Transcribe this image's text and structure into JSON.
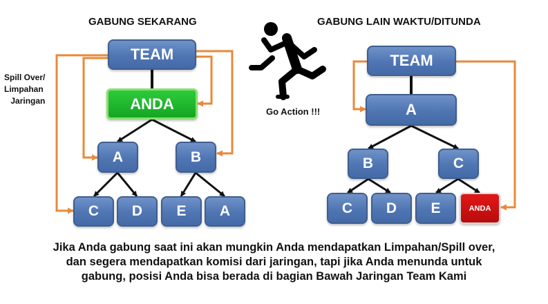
{
  "left_title": "GABUNG SEKARANG",
  "right_title": "GABUNG LAIN WAKTU/DITUNDA",
  "spill_label": [
    "Spill Over/",
    "Limpahan",
    "Jaringan"
  ],
  "go_action": "Go Action !!!",
  "left_tree": {
    "team": "TEAM",
    "anda": "ANDA",
    "level2": [
      "A",
      "B"
    ],
    "level3": [
      "C",
      "D",
      "E",
      "A"
    ]
  },
  "right_tree": {
    "team": "TEAM",
    "level1": "A",
    "level2": [
      "B",
      "C"
    ],
    "level3": [
      "C",
      "D",
      "E",
      "ANDA"
    ]
  },
  "caption": [
    "Jika Anda gabung saat ini akan mungkin Anda mendapatkan Limpahan/Spill over,",
    "dan segera mendapatkan komisi dari jaringan, tapi jika Anda menunda untuk",
    "gabung, posisi Anda bisa berada di bagian Bawah Jaringan Team Kami"
  ],
  "colors": {
    "node_blue": "#4f75b3",
    "node_green": "#1fb52e",
    "node_red": "#c81010",
    "arrow_orange": "#e8893a",
    "line_black": "#111111"
  }
}
